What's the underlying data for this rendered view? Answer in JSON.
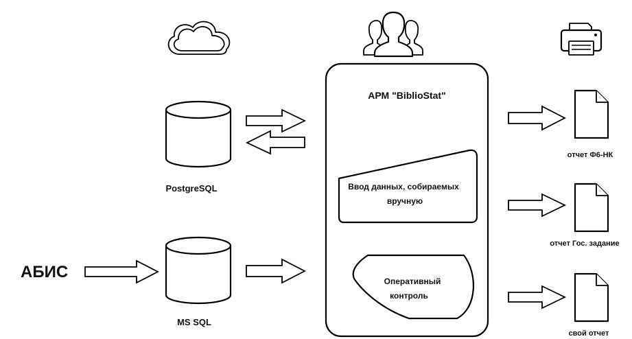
{
  "app_block": {
    "title": "АРМ \"BiblioStat\"",
    "manual_input": [
      "Ввод данных, собираемых",
      "вручную"
    ],
    "control": [
      "Оперативный",
      "контроль"
    ]
  },
  "databases": {
    "postgres_label": "PostgreSQL",
    "mssql_label": "MS SQL"
  },
  "source_label": "АБИС",
  "reports": [
    {
      "label": "отчет Ф6-НК"
    },
    {
      "label": "отчет Гос. задание"
    },
    {
      "label": "свой отчет"
    }
  ],
  "icons": [
    "cloud-icon",
    "users-icon",
    "printer-icon",
    "document-icon",
    "database-icon"
  ]
}
